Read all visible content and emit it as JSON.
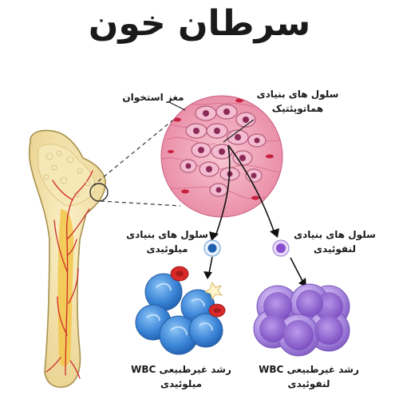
{
  "title": "سرطان خون",
  "labels": {
    "bone_marrow": "مغز استخوان",
    "hsc_line1": "سلول های بنیادی",
    "hsc_line2": "هماتوپئتیک",
    "myeloid_stem_line1": "سلول های بنیادی",
    "myeloid_stem_line2": "میلوئیدی",
    "lymphoid_stem_line1": "سلول های بنیادی",
    "lymphoid_stem_line2": "لنفوئیدی",
    "myeloid_wbc_line1": "رشد غیرطبیعی WBC",
    "myeloid_wbc_line2": "میلوئیدی",
    "lymphoid_wbc_line1": "رشد غیرطبیعی WBC",
    "lymphoid_wbc_line2": "لنفوئیدی"
  },
  "colors": {
    "bone": "#f0dfa0",
    "marrow_pink": "#f4a9bd",
    "vessel_red": "#cc2a2a",
    "myeloid_blue": "#3d86d8",
    "lymphoid_purple": "#9b6cd1",
    "rbc_red": "#d92a2a"
  }
}
